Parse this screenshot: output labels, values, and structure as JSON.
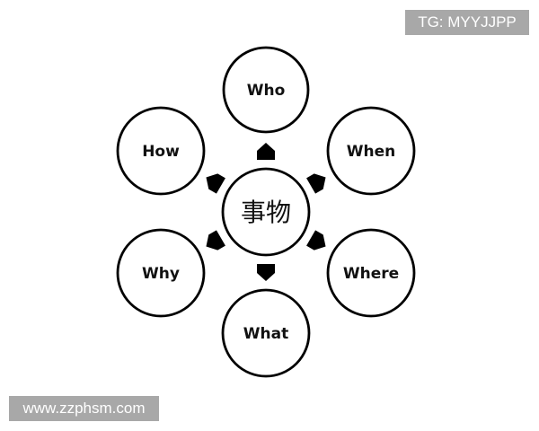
{
  "diagram": {
    "center": {
      "label": "事物"
    },
    "nodes": [
      {
        "id": "who",
        "label": "Who"
      },
      {
        "id": "when",
        "label": "When"
      },
      {
        "id": "where",
        "label": "Where"
      },
      {
        "id": "what",
        "label": "What"
      },
      {
        "id": "why",
        "label": "Why"
      },
      {
        "id": "how",
        "label": "How"
      }
    ]
  },
  "watermarks": {
    "top": "TG: MYYJJPP",
    "bottom": "www.zzphsm.com"
  }
}
